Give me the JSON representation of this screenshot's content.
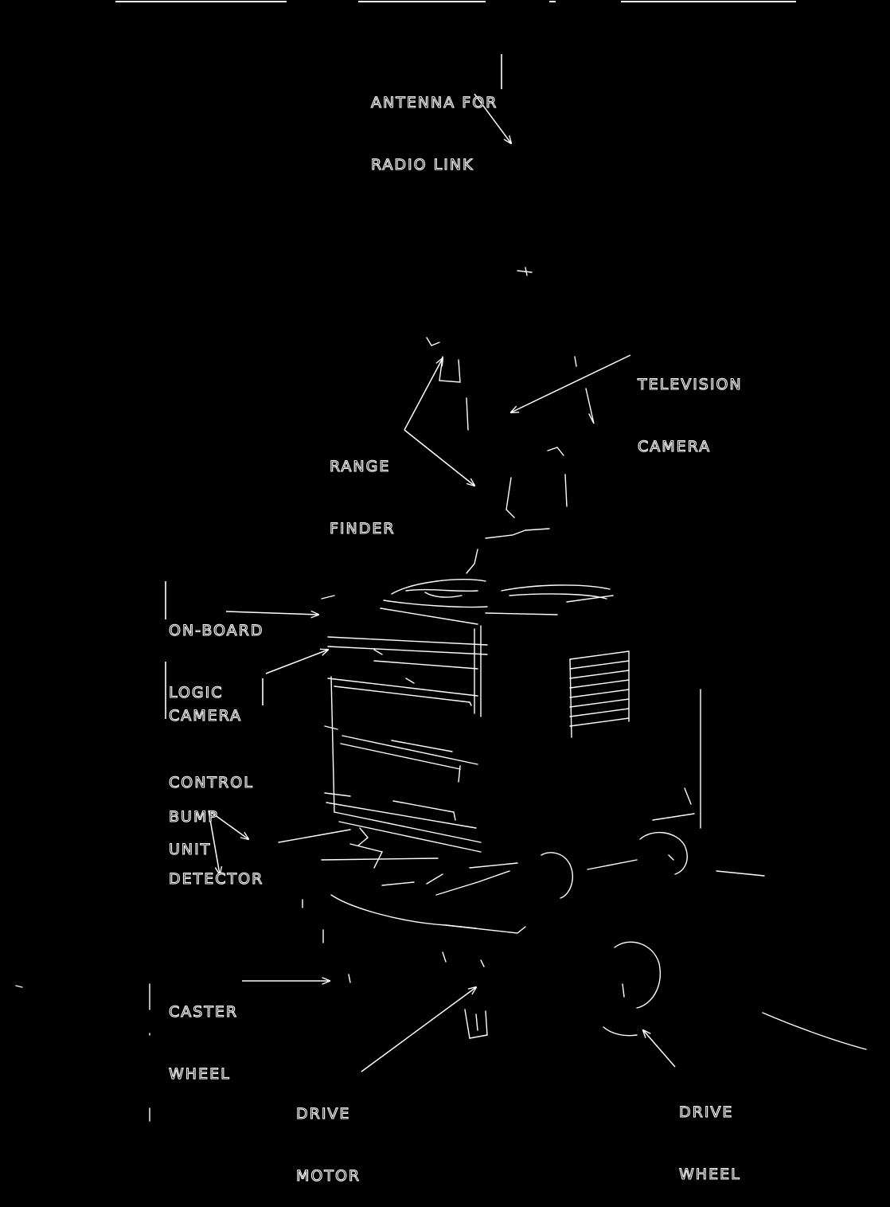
{
  "figure": {
    "background": "#000000",
    "line_color": "#ffffff",
    "labels": {
      "antenna": [
        "ANTENNA FOR",
        "RADIO LINK"
      ],
      "television_camera": [
        "TELEVISION",
        "CAMERA"
      ],
      "range_finder": [
        "RANGE",
        "FINDER"
      ],
      "on_board_logic": [
        "ON-BOARD",
        "LOGIC"
      ],
      "camera_control_unit": [
        "CAMERA",
        "CONTROL",
        "UNIT"
      ],
      "bump_detector": [
        "BUMP",
        "DETECTOR"
      ],
      "caster_wheel": [
        "CASTER",
        "WHEEL"
      ],
      "drive_motor": [
        "DRIVE",
        "MOTOR"
      ],
      "drive_wheel": [
        "DRIVE",
        "WHEEL"
      ]
    }
  }
}
